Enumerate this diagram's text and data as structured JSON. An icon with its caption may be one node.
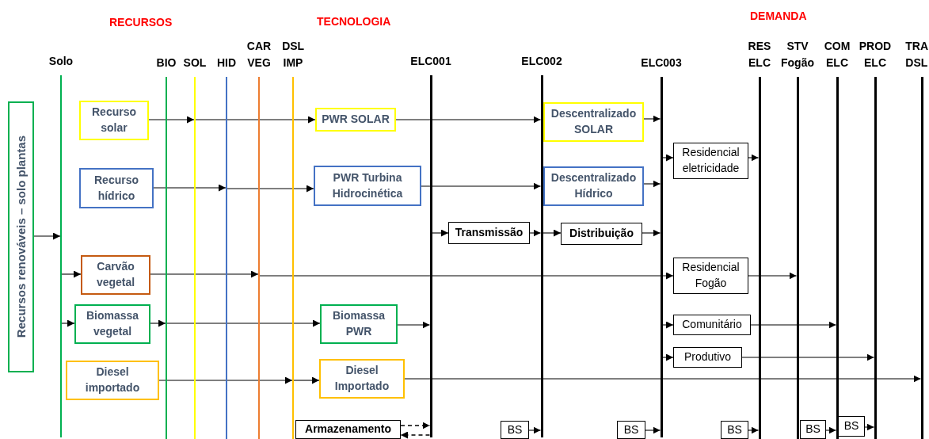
{
  "diagram": {
    "nodes": [
      {
        "text": [
          "Recursos renováveis – solo plantas"
        ]
      },
      {
        "text": [
          "Solo"
        ]
      },
      {
        "text": [
          "BIO"
        ]
      },
      {
        "text": [
          "SOL"
        ]
      },
      {
        "text": [
          "HID"
        ]
      },
      {
        "text": [
          "CAR VEG"
        ]
      },
      {
        "text": [
          "DSL IMP"
        ]
      },
      {
        "text": [
          "ELC001"
        ]
      },
      {
        "text": [
          "ELC002"
        ]
      },
      {
        "text": [
          "ELC003"
        ]
      },
      {
        "text": [
          "RES ELC"
        ]
      },
      {
        "text": [
          "STV Fogão"
        ]
      },
      {
        "text": [
          "COM ELC"
        ]
      },
      {
        "text": [
          "PROD ELC"
        ]
      },
      {
        "text": [
          "TRA DSL"
        ]
      },
      {
        "text": [
          "Recurso solar"
        ]
      },
      {
        "text": [
          "Recurso hídrico"
        ]
      },
      {
        "text": [
          "Carvão vegetal"
        ]
      },
      {
        "text": [
          "Biomassa vegetal"
        ]
      },
      {
        "text": [
          "Diesel importado"
        ]
      },
      {
        "text": [
          "PWR SOLAR"
        ]
      },
      {
        "text": [
          "PWR Turbina Hidrocinética"
        ]
      },
      {
        "text": [
          "Biomassa PWR"
        ]
      },
      {
        "text": [
          "Diesel Importado"
        ]
      },
      {
        "text": [
          "Armazenamento"
        ]
      },
      {
        "text": [
          "Transmissão"
        ]
      },
      {
        "text": [
          "Distribuição"
        ]
      },
      {
        "text": [
          "Descentralizado SOLAR"
        ]
      },
      {
        "text": [
          "Descentralizado Hídrico"
        ]
      },
      {
        "text": [
          "Residencial eletricidade"
        ]
      },
      {
        "text": [
          "Residencial Fogão"
        ]
      },
      {
        "text": [
          "Comunitário"
        ]
      },
      {
        "text": [
          "Produtivo"
        ]
      },
      {
        "text": [
          "BS"
        ]
      },
      {
        "text": [
          "BS"
        ]
      },
      {
        "text": [
          "BS"
        ]
      },
      {
        "text": [
          "BS"
        ]
      },
      {
        "text": [
          "BS"
        ]
      }
    ],
    "edges": [
      {
        "from": 0,
        "to": 1,
        "arrow": "to"
      },
      {
        "from": 15,
        "to": 3,
        "arrow": "to"
      },
      {
        "from": 3,
        "to": 20,
        "arrow": "to"
      },
      {
        "from": 20,
        "to": 8,
        "arrow": "to"
      },
      {
        "from": 27,
        "to": 9,
        "arrow": "to"
      },
      {
        "from": 16,
        "to": 4,
        "arrow": "to"
      },
      {
        "from": 4,
        "to": 21,
        "arrow": "to"
      },
      {
        "from": 21,
        "to": 8,
        "arrow": "to"
      },
      {
        "from": 28,
        "to": 9,
        "arrow": "to"
      },
      {
        "from": 7,
        "to": 25,
        "arrow": "to"
      },
      {
        "from": 25,
        "to": 8,
        "arrow": "to"
      },
      {
        "from": 8,
        "to": 26,
        "arrow": "to"
      },
      {
        "from": 26,
        "to": 9,
        "arrow": "to"
      },
      {
        "from": 1,
        "to": 17,
        "arrow": "to"
      },
      {
        "from": 17,
        "to": 5,
        "arrow": "to"
      },
      {
        "from": 5,
        "to": 30,
        "arrow": "to"
      },
      {
        "from": 30,
        "to": 11,
        "arrow": "to"
      },
      {
        "from": 1,
        "to": 18,
        "arrow": "to"
      },
      {
        "from": 18,
        "to": 2,
        "arrow": "to"
      },
      {
        "from": 2,
        "to": 22,
        "arrow": "to"
      },
      {
        "from": 22,
        "to": 7,
        "arrow": "to"
      },
      {
        "from": 19,
        "to": 6,
        "arrow": "to"
      },
      {
        "from": 6,
        "to": 23,
        "arrow": "to"
      },
      {
        "from": 23,
        "to": 14,
        "arrow": "to"
      },
      {
        "from": 9,
        "to": 29,
        "arrow": "to"
      },
      {
        "from": 29,
        "to": 10,
        "arrow": "to"
      },
      {
        "from": 9,
        "to": 31,
        "arrow": "to"
      },
      {
        "from": 31,
        "to": 12,
        "arrow": "to"
      },
      {
        "from": 9,
        "to": 32,
        "arrow": "to"
      },
      {
        "from": 32,
        "to": 13,
        "arrow": "to"
      },
      {
        "from": 24,
        "to": 7,
        "arrow": "to",
        "style": "dashed"
      },
      {
        "from": 7,
        "to": 24,
        "arrow": "to",
        "style": "dashed"
      },
      {
        "from": 33,
        "to": 8,
        "arrow": "to"
      },
      {
        "from": 34,
        "to": 9,
        "arrow": "to"
      },
      {
        "from": 35,
        "to": 10,
        "arrow": "to"
      },
      {
        "from": 36,
        "to": 12,
        "arrow": "to"
      },
      {
        "from": 37,
        "to": 13,
        "arrow": "to"
      }
    ],
    "labels": [
      "RECURSOS",
      "TECNOLOGIA",
      "DEMANDA"
    ]
  }
}
